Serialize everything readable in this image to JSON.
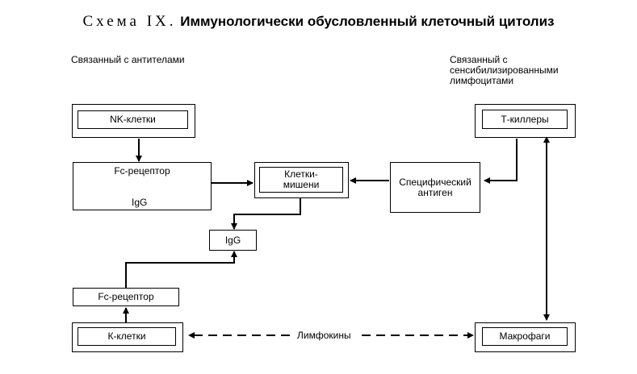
{
  "title": {
    "prefix": "Схема IX.",
    "text": "Иммунологически обусловленный клеточный цитолиз"
  },
  "labels": {
    "antibody_bound": "Связанный с антителами",
    "lymphocyte_bound": "Связанный с сенсибилизированными лимфоцитами"
  },
  "nodes": {
    "nk_cells": "NK-клетки",
    "fc_receptor_top": "Fc-рецептор",
    "igg_top": "IgG",
    "target_cells": "Клетки-мишени",
    "specific_antigen": "Специфический антиген",
    "t_killers": "Т-киллеры",
    "igg_middle": "IgG",
    "fc_receptor_bottom": "Fc-рецептор",
    "k_cells": "К-клетки",
    "macrophages": "Макрофаги",
    "lymphokines": "Лимфокины"
  }
}
